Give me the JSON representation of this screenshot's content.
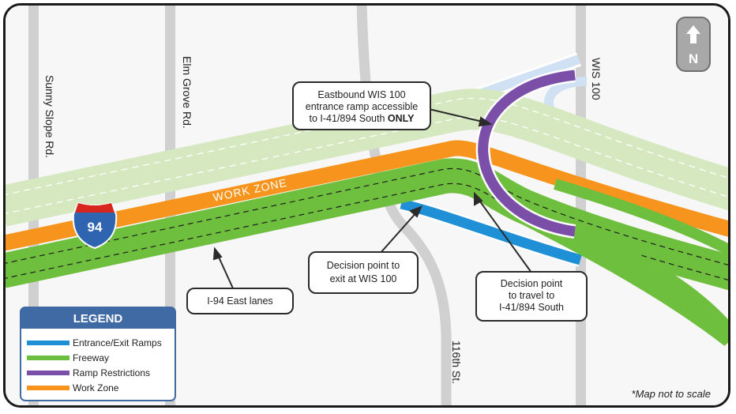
{
  "colors": {
    "freeway": "#6fbf3e",
    "work_zone": "#f7941d",
    "ramp": "#1f8fd6",
    "restriction": "#7b4fa8",
    "westbound": "#d6e8bf",
    "street": "#d0d0d0",
    "legend_header": "#3f6aa3"
  },
  "streets": {
    "sunny_slope": "Sunny Slope Rd.",
    "elm_grove": "Elm Grove Rd.",
    "wis_100": "WIS 100",
    "st_116": "116th St."
  },
  "highway": {
    "shield_number": "94",
    "work_zone_label": "WORK ZONE"
  },
  "callouts": {
    "entrance": {
      "line1": "Eastbound WIS 100",
      "line2": "entrance ramp accessible",
      "line3": "to I-41/894 South",
      "line3_bold": "ONLY"
    },
    "decision_exit": {
      "line1": "Decision point to",
      "line2": "exit at WIS 100"
    },
    "decision_travel": {
      "line1": "Decision point",
      "line2": "to travel to",
      "line3": "I-41/894 South"
    },
    "east_lanes": {
      "line1": "I-94 East lanes"
    }
  },
  "north_arrow": {
    "letter": "N",
    "icon": "north-arrow-icon"
  },
  "legend": {
    "title": "LEGEND",
    "items": [
      {
        "label": "Entrance/Exit Ramps",
        "color": "#1f8fd6"
      },
      {
        "label": "Freeway",
        "color": "#6fbf3e"
      },
      {
        "label": "Ramp Restrictions",
        "color": "#7b4fa8"
      },
      {
        "label": "Work Zone",
        "color": "#f7941d"
      }
    ]
  },
  "footnote": "*Map not to scale"
}
